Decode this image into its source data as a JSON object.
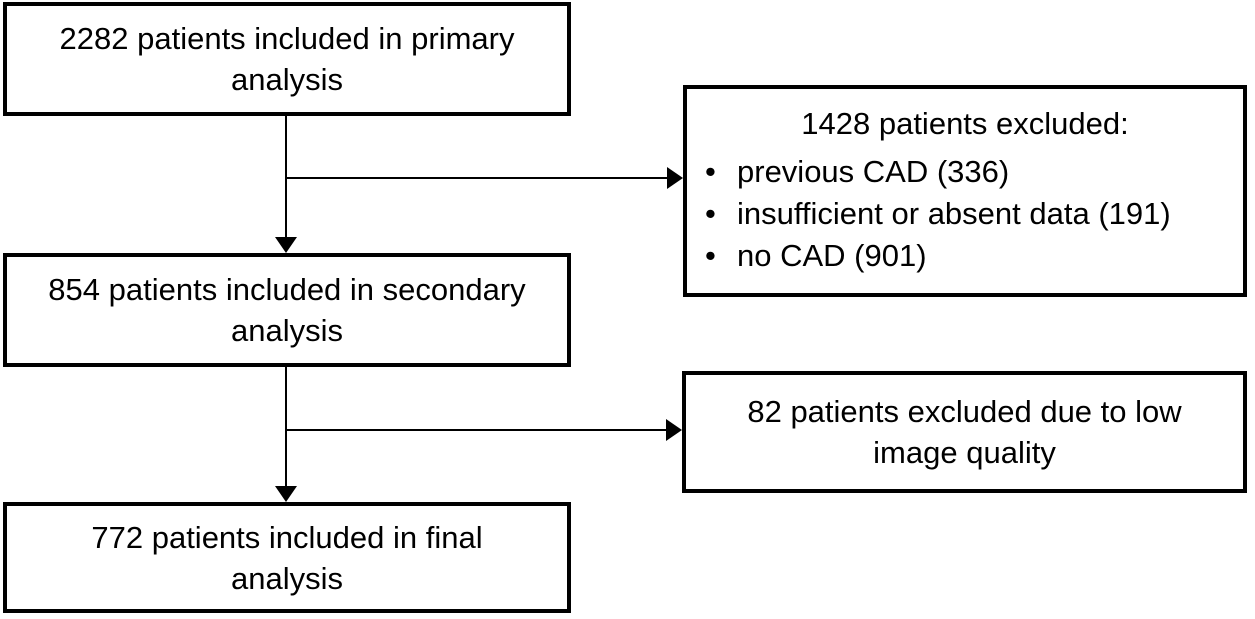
{
  "diagram": {
    "bullet_char": "•",
    "colors": {
      "background": "#ffffff",
      "border": "#000000",
      "text": "#000000",
      "connector": "#000000"
    },
    "boxes": {
      "primary": {
        "text": "2282 patients included in primary\nanalysis"
      },
      "excluded_primary": {
        "heading": "1428 patients excluded:",
        "items": [
          "previous CAD (336)",
          "insufficient or absent data (191)",
          "no CAD (901)"
        ]
      },
      "secondary": {
        "text": "854 patients included in secondary\nanalysis"
      },
      "excluded_secondary": {
        "text": "82 patients excluded due to low\nimage quality"
      },
      "final": {
        "text": "772 patients included in final\nanalysis"
      }
    }
  }
}
